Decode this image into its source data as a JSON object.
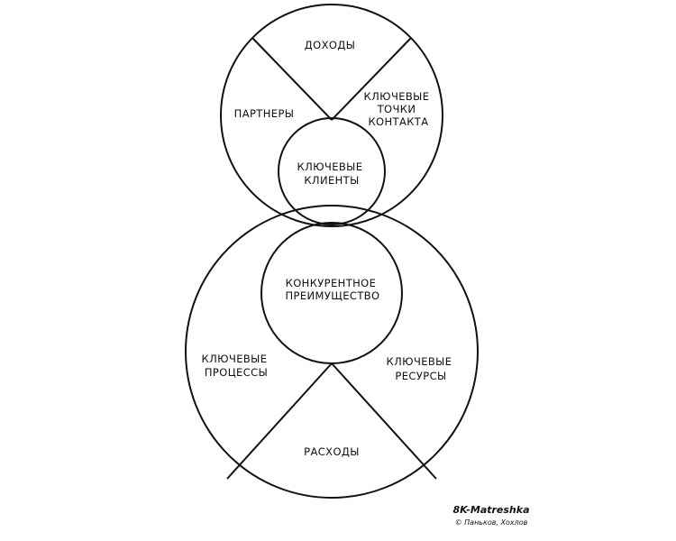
{
  "diagram": {
    "top_circle": {
      "sectors": {
        "top": "ДОХОДЫ",
        "left": "ПАРТНЕРЫ",
        "right": [
          "КЛЮЧЕВЫЕ",
          "ТОЧКИ",
          "КОНТАКТА"
        ]
      },
      "inner": [
        "КЛЮЧЕВЫЕ",
        "КЛИЕНТЫ"
      ]
    },
    "bottom_circle": {
      "inner": [
        "КОНКУРЕНТНОЕ",
        "ПРЕИМУЩЕСТВО"
      ],
      "sectors": {
        "left": [
          "КЛЮЧЕВЫЕ",
          "ПРОЦЕССЫ"
        ],
        "right": [
          "КЛЮЧЕВЫЕ",
          "РЕСУРСЫ"
        ],
        "bottom": "РАСХОДЫ"
      }
    }
  },
  "footer": {
    "brand": "8K-Matreshka",
    "copyright": "© Паньков, Хохлов"
  }
}
